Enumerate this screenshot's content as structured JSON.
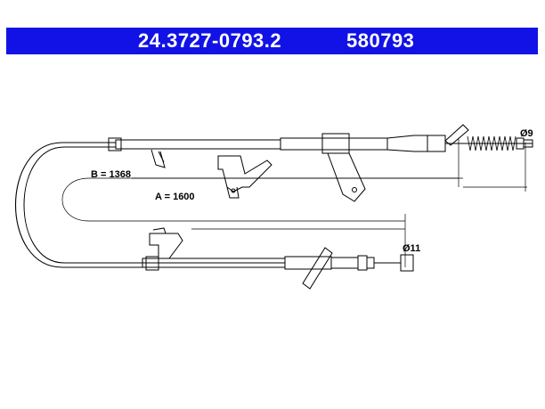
{
  "header": {
    "part_number": "24.3727-0793.2",
    "ref_number": "580793"
  },
  "dimensions": {
    "a_label": "A = 1600",
    "b_label": "B = 1368",
    "dia_top": "Ø9",
    "dia_bottom": "Ø11"
  },
  "colors": {
    "header_bg": "#1212e6",
    "header_text": "#ffffff",
    "line": "#000000"
  }
}
